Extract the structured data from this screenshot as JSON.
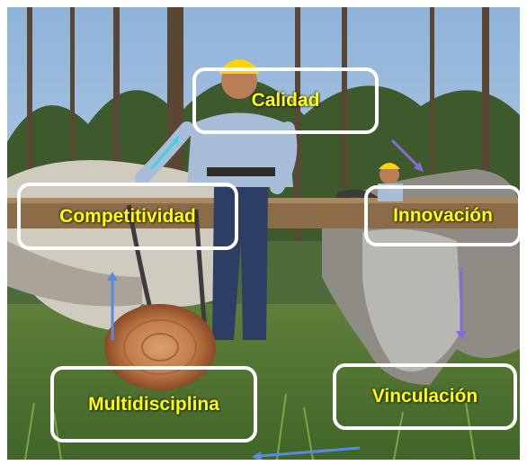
{
  "labels": {
    "calidad": "Calidad",
    "competitividad": "Competitividad",
    "innovacion": "Innovación",
    "multidisciplina": "Multidisciplina",
    "vinculacion": "Vinculación"
  },
  "colors": {
    "label_text": "#ffff00",
    "box_border": "#ffffff",
    "arrow_cyan": "#3fd2e0",
    "arrow_purple": "#8a6ad8",
    "arrow_blue": "#5a8ae8"
  },
  "scene": {
    "subjects": [
      "two-oxen",
      "yoke",
      "farmer-with-yellow-helmet",
      "second-worker-with-yellow-helmet",
      "pine-log",
      "chains",
      "pine-forest",
      "grass"
    ]
  }
}
